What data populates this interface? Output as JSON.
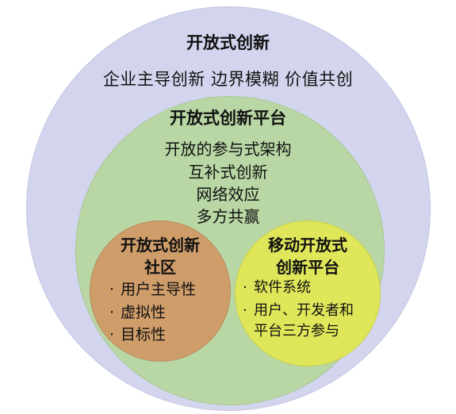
{
  "outer": {
    "title": "开放式创新",
    "subtitle": "企业主导创新  边界模糊  价值共创"
  },
  "platform": {
    "title": "开放式创新平台",
    "items": [
      "开放的参与式架构",
      "互补式创新",
      "网络效应",
      "多方共赢"
    ]
  },
  "community": {
    "title_line1": "开放式创新",
    "title_line2": "社区",
    "bullet": "·",
    "items": [
      "用户主导性",
      "虚拟性",
      "目标性"
    ]
  },
  "mobile": {
    "title_line1": "移动开放式",
    "title_line2": "创新平台",
    "bullet": "·",
    "item1": "软件系统",
    "item2_line1": "用户、开发者和",
    "item2_line2": "平台三方参与"
  },
  "colors": {
    "outer_fill": "#d3d5ee",
    "platform_fill": "#b9d7a5",
    "community_fill": "#cf9d6a",
    "mobile_fill": "#dfe659"
  }
}
